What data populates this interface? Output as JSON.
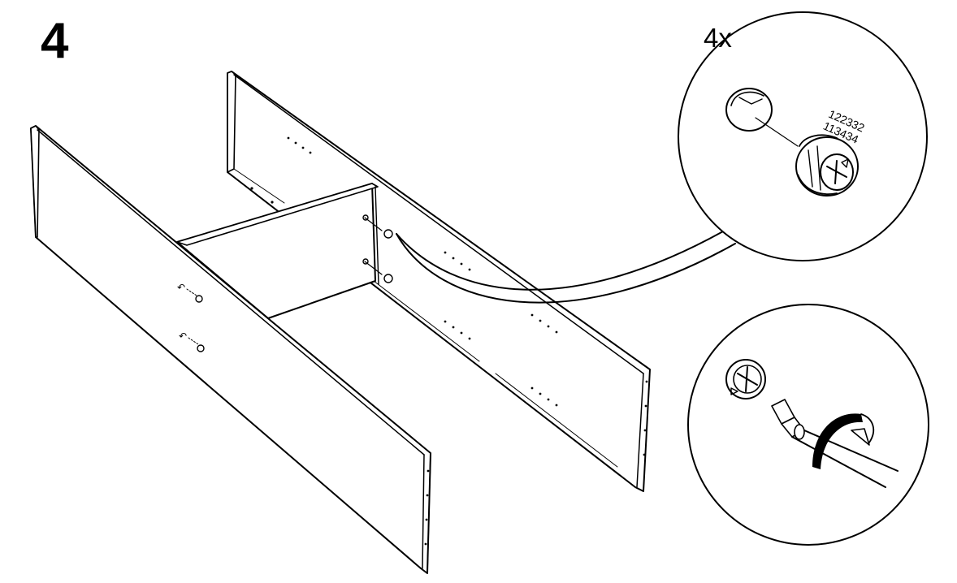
{
  "step": {
    "number": "4"
  },
  "detail": {
    "quantity": "4x",
    "part_numbers": [
      "122332",
      "113434"
    ]
  }
}
